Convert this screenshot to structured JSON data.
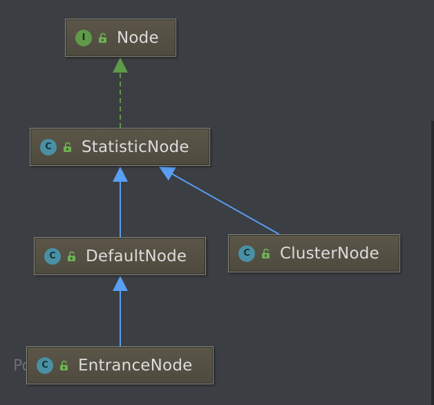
{
  "diagram": {
    "nodes": [
      {
        "id": "node",
        "kind": "interface",
        "badge": "I",
        "label": "Node"
      },
      {
        "id": "statistic-node",
        "kind": "class",
        "badge": "C",
        "label": "StatisticNode"
      },
      {
        "id": "default-node",
        "kind": "class",
        "badge": "C",
        "label": "DefaultNode"
      },
      {
        "id": "cluster-node",
        "kind": "class",
        "badge": "C",
        "label": "ClusterNode"
      },
      {
        "id": "entrance-node",
        "kind": "class",
        "badge": "C",
        "label": "EntranceNode"
      }
    ],
    "edges": [
      {
        "from": "statistic-node",
        "to": "node",
        "relation": "implements",
        "style": "dashed",
        "color": "#5f9a49"
      },
      {
        "from": "default-node",
        "to": "statistic-node",
        "relation": "extends",
        "style": "solid",
        "color": "#5a9ef5"
      },
      {
        "from": "cluster-node",
        "to": "statistic-node",
        "relation": "extends",
        "style": "solid",
        "color": "#5a9ef5"
      },
      {
        "from": "entrance-node",
        "to": "default-node",
        "relation": "extends",
        "style": "solid",
        "color": "#5a9ef5"
      }
    ]
  },
  "peek_text": "Po",
  "colors": {
    "background": "#3b3e42",
    "node_fill": "#524e42",
    "node_border": "#8c8a80",
    "node_text": "#dcdcdc",
    "interface_badge": "#5f9a49",
    "class_badge": "#4a90a4",
    "extends_arrow": "#5a9ef5",
    "implements_arrow": "#5f9a49"
  }
}
